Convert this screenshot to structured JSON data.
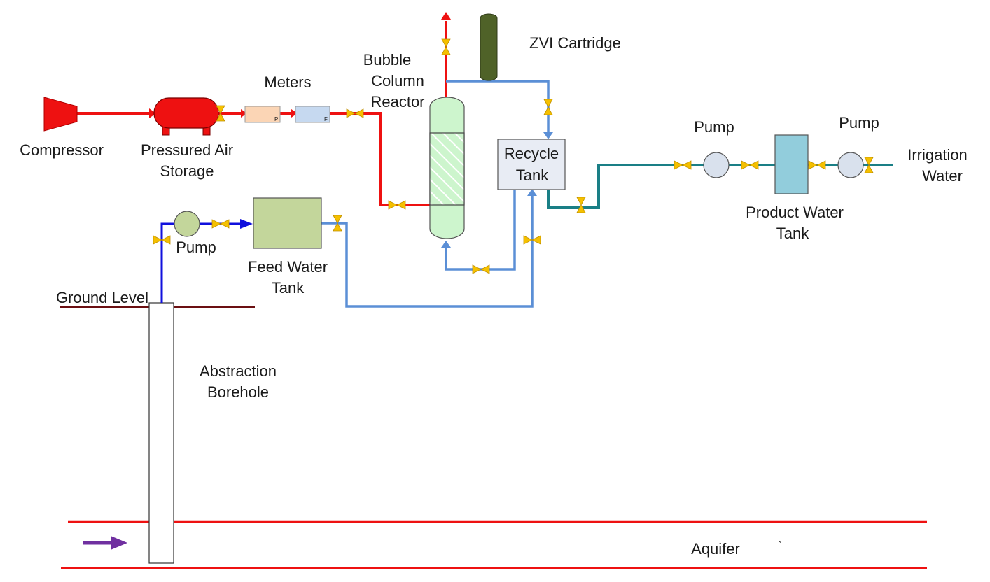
{
  "labels": {
    "compressor": "Compressor",
    "pressured_air_storage_1": "Pressured Air",
    "pressured_air_storage_2": "Storage",
    "meters": "Meters",
    "meter_p": "P",
    "meter_f": "F",
    "bubble_column_1": "Bubble",
    "bubble_column_2": "Column",
    "bubble_column_3": "Reactor",
    "zvi_cartridge": "ZVI Cartridge",
    "recycle_tank_1": "Recycle",
    "recycle_tank_2": "Tank",
    "pump_feed": "Pump",
    "feed_water_tank_1": "Feed Water",
    "feed_water_tank_2": "Tank",
    "ground_level": "Ground Level",
    "abstraction_borehole_1": "Abstraction",
    "abstraction_borehole_2": "Borehole",
    "pump_product_in": "Pump",
    "pump_product_out": "Pump",
    "product_water_tank_1": "Product Water",
    "product_water_tank_2": "Tank",
    "irrigation_water_1": "Irrigation",
    "irrigation_water_2": "Water",
    "aquifer": "Aquifer",
    "stray_mark": "`"
  },
  "colors": {
    "air_line": "#ee1111",
    "water_line": "#5b8fd6",
    "borehole_line": "#1010dd",
    "product_line": "#1a7f86",
    "ground_line": "#6b0f12",
    "aquifer_line": "#ee1111",
    "flow_arrow": "#7030a0",
    "valve": "#f5c000",
    "compressor": "#ee1111",
    "air_storage": "#ee1111",
    "meter_p": "#fbd5b5",
    "meter_f": "#c6d9f0",
    "reactor_fill": "#cdf5cd",
    "zvi": "#4f6228",
    "recycle_tank": "#e8ecf4",
    "feed_tank": "#c3d69b",
    "feed_pump": "#c3d69b",
    "product_tank": "#92cddc",
    "product_pump": "#d9e1ed"
  }
}
